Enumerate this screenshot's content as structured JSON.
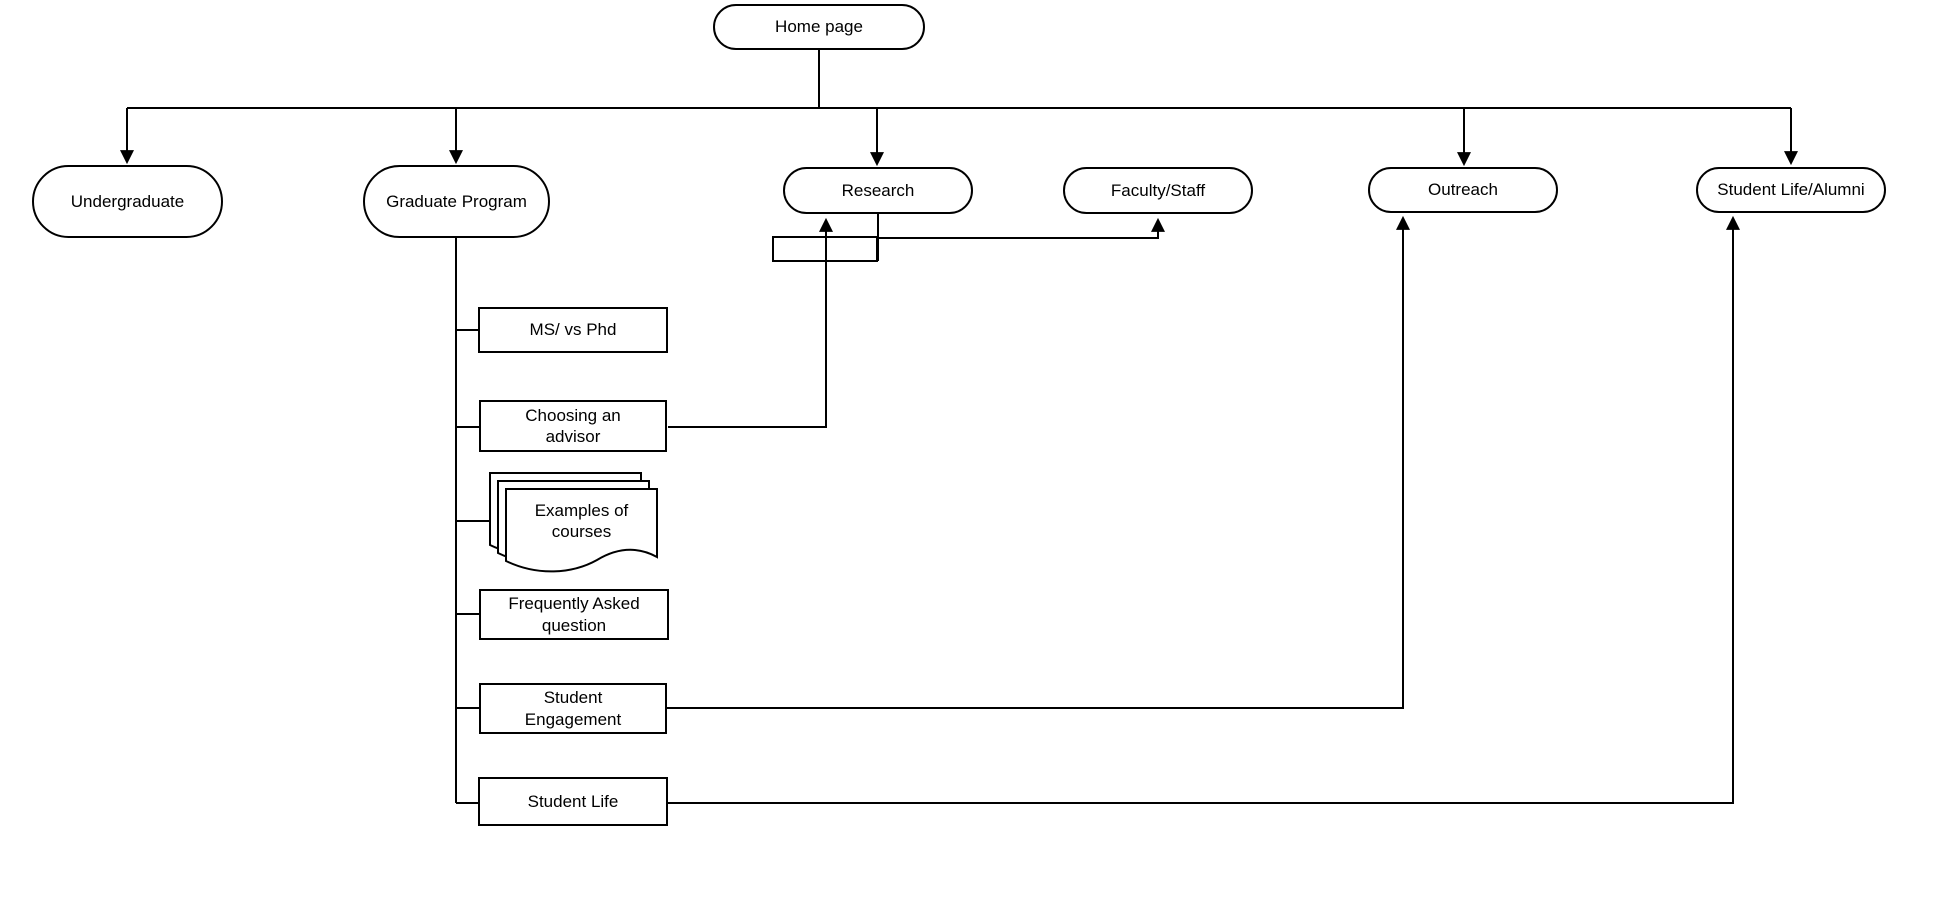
{
  "colors": {
    "stroke": "#000000",
    "shape_fill": "#ffffff"
  },
  "diagram": {
    "nodes": {
      "home": {
        "label": "Home page"
      },
      "undergraduate": {
        "label": "Undergraduate"
      },
      "graduate_program": {
        "label": "Graduate Program"
      },
      "research": {
        "label": "Research"
      },
      "faculty_staff": {
        "label": "Faculty/Staff"
      },
      "outreach": {
        "label": "Outreach"
      },
      "student_life_alumni": {
        "label": "Student Life/Alumni"
      },
      "ms_vs_phd": {
        "label": "MS/ vs Phd"
      },
      "choosing_advisor": {
        "label": "Choosing an advisor"
      },
      "examples_of_courses": {
        "label": "Examples of courses"
      },
      "frequently_asked": {
        "label": "Frequently Asked question"
      },
      "student_engagement": {
        "label": "Student Engagement"
      },
      "student_life": {
        "label": "Student Life"
      }
    }
  }
}
